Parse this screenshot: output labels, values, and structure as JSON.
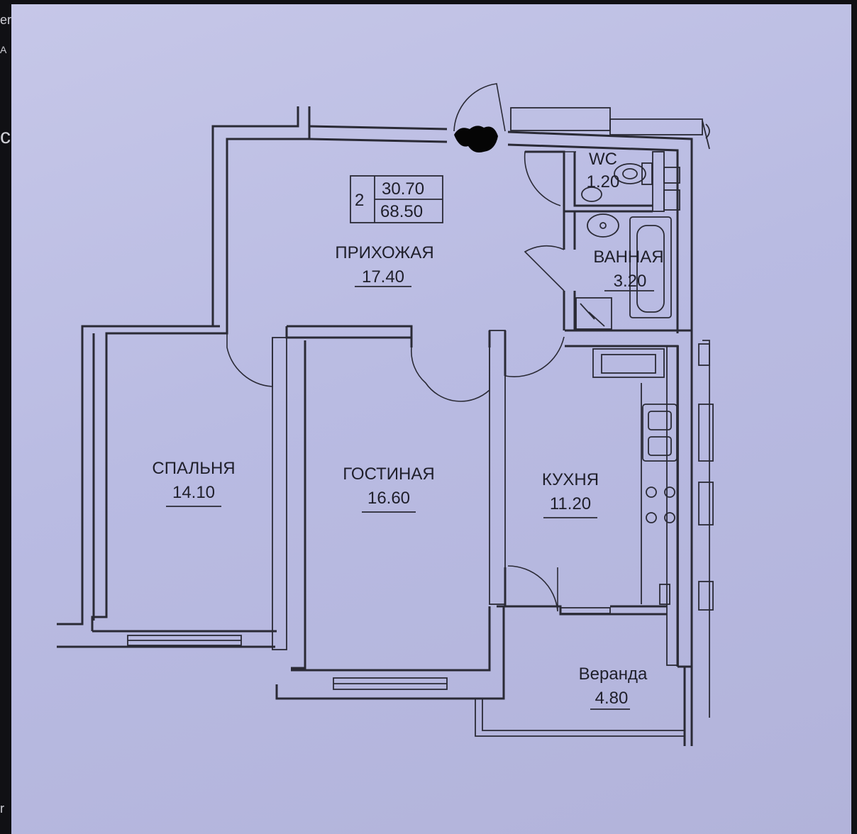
{
  "summary": {
    "room_count": "2",
    "living_area": "30.70",
    "total_area": "68.50"
  },
  "rooms": {
    "hallway": {
      "name": "ПРИХОЖАЯ",
      "area": "17.40"
    },
    "wc": {
      "name": "WC",
      "area": "1.20"
    },
    "bathroom": {
      "name": "ВАННАЯ",
      "area": "3.20"
    },
    "bedroom": {
      "name": "СПАЛЬНЯ",
      "area": "14.10"
    },
    "living": {
      "name": "ГОСТИНАЯ",
      "area": "16.60"
    },
    "kitchen": {
      "name": "КУХНЯ",
      "area": "11.20"
    },
    "veranda": {
      "name": "Веранда",
      "area": "4.80"
    }
  },
  "edge_fragments": [
    "er",
    "А",
    "с",
    "r"
  ],
  "colors": {
    "paper": "#bcbee3",
    "ink": "#2a2a35",
    "background": "#101014"
  }
}
